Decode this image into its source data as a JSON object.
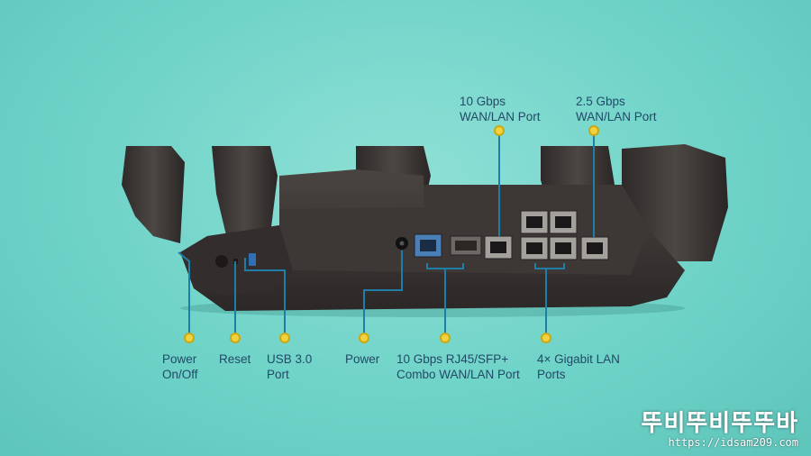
{
  "labels": {
    "power_onoff": "Power\nOn/Off",
    "reset": "Reset",
    "usb": "USB 3.0\nPort",
    "power": "Power",
    "combo": "10 Gbps RJ45/SFP+\nCombo WAN/LAN Port",
    "gigabit": "4× Gigabit LAN\nPorts",
    "wan10": "10 Gbps\nWAN/LAN Port",
    "wan25": "2.5 Gbps\nWAN/LAN Port"
  },
  "watermark": {
    "korean": "뚜비뚜비뚜뚜바",
    "url": "https://idsam209.com"
  },
  "colors": {
    "background": "#6fd3c8",
    "router": "#3a3533",
    "callout_line": "#1f7ea8",
    "dot": "#f2d23c",
    "text": "#214a66"
  }
}
